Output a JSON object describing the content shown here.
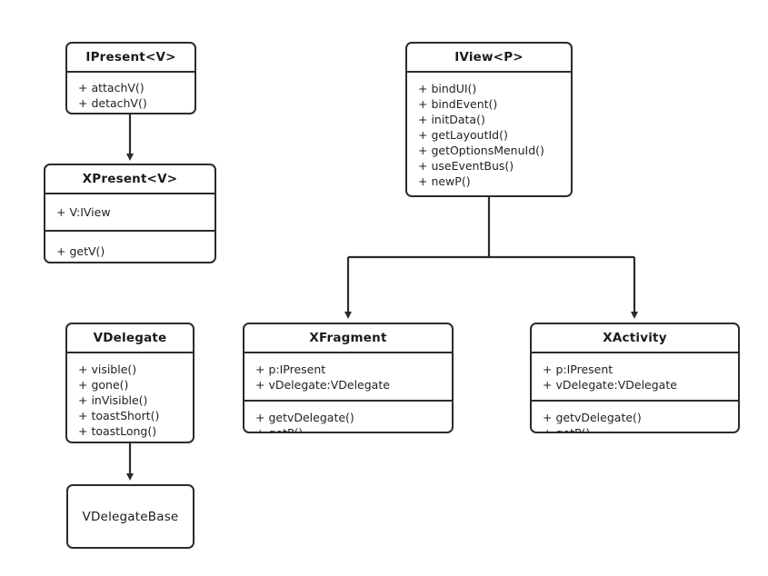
{
  "diagram": {
    "type": "uml-class-diagram",
    "background_color": "#ffffff",
    "stroke_color": "#2b2b2b",
    "text_color": "#222222",
    "classes": [
      {
        "id": "ipresent",
        "name": "IPresent<V>",
        "compartments": [
          {
            "kind": "methods",
            "members": [
              "+ attachV()",
              "+ detachV()"
            ]
          }
        ]
      },
      {
        "id": "xpresent",
        "name": "XPresent<V>",
        "compartments": [
          {
            "kind": "attributes",
            "members": [
              "+ V:IView"
            ]
          },
          {
            "kind": "methods",
            "members": [
              "+ getV()"
            ]
          }
        ]
      },
      {
        "id": "iview",
        "name": "IView<P>",
        "compartments": [
          {
            "kind": "methods",
            "members": [
              "+ bindUI()",
              "+ bindEvent()",
              "+ initData()",
              "+ getLayoutId()",
              "+ getOptionsMenuId()",
              "+ useEventBus()",
              "+ newP()"
            ]
          }
        ]
      },
      {
        "id": "vdelegate",
        "name": "VDelegate",
        "compartments": [
          {
            "kind": "methods",
            "members": [
              "+ visible()",
              "+ gone()",
              "+ inVisible()",
              "+ toastShort()",
              "+ toastLong()"
            ]
          }
        ]
      },
      {
        "id": "vdelegatebase",
        "name": "VDelegateBase",
        "compartments": []
      },
      {
        "id": "xfragment",
        "name": "XFragment",
        "compartments": [
          {
            "kind": "attributes",
            "members": [
              "+ p:IPresent",
              "+ vDelegate:VDelegate"
            ]
          },
          {
            "kind": "methods",
            "members": [
              "+ getvDelegate()",
              "+ getP()"
            ]
          }
        ]
      },
      {
        "id": "xactivity",
        "name": "XActivity",
        "compartments": [
          {
            "kind": "attributes",
            "members": [
              "+ p:IPresent",
              "+ vDelegate:VDelegate"
            ]
          },
          {
            "kind": "methods",
            "members": [
              "+ getvDelegate()",
              "+ getP()"
            ]
          }
        ]
      }
    ],
    "relationships": [
      {
        "id": "ipresent-to-xpresent",
        "from": "IPresent<V>",
        "to": "XPresent<V>",
        "kind": "generalization-arrow"
      },
      {
        "id": "iview-to-xfragment",
        "from": "IView<P>",
        "to": "XFragment",
        "kind": "generalization-arrow"
      },
      {
        "id": "iview-to-xactivity",
        "from": "IView<P>",
        "to": "XActivity",
        "kind": "generalization-arrow"
      },
      {
        "id": "vdelegate-to-vdelegatebase",
        "from": "VDelegate",
        "to": "VDelegateBase",
        "kind": "generalization-arrow"
      }
    ]
  }
}
